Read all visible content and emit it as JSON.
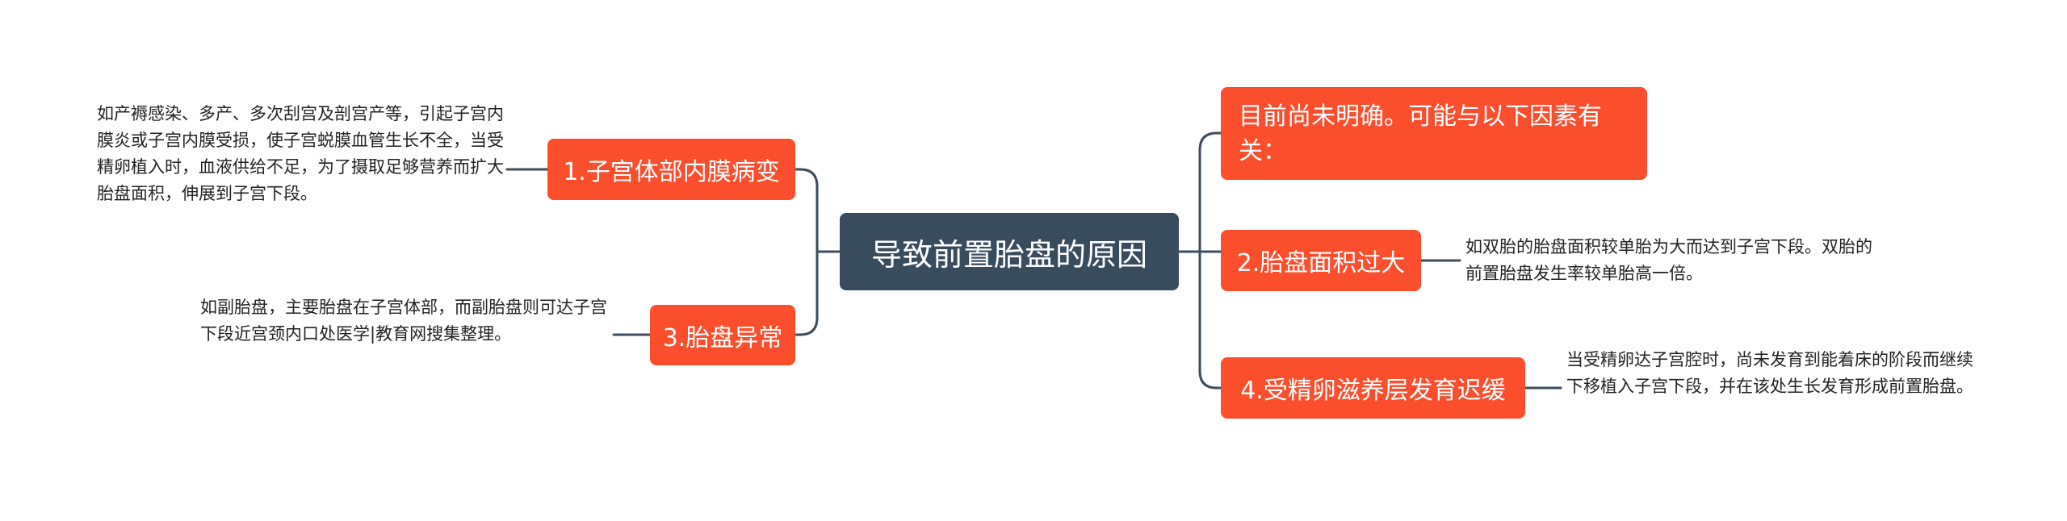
{
  "central": "导致前置胎盘的原因",
  "colors": {
    "central_bg": "#384c5e",
    "topic_bg": "#fa4e2c",
    "line": "#3d4d5c",
    "note_text": "#222222"
  },
  "left": [
    {
      "title": "1.子宫体部内膜病变",
      "note": "如产褥感染、多产、多次刮宫及剖宫产等，引起子宫内膜炎或子宫内膜受损，使子宫蜕膜血管生长不全，当受精卵植入时，血液供给不足，为了摄取足够营养而扩大胎盘面积，伸展到子宫下段。"
    },
    {
      "title": "3.胎盘异常",
      "note": "如副胎盘，主要胎盘在子宫体部，而副胎盘则可达子宫下段近宫颈内口处医学|教育网搜集整理。"
    }
  ],
  "right": [
    {
      "title": "目前尚未明确。可能与以下因素有关："
    },
    {
      "title": "2.胎盘面积过大",
      "note": "如双胎的胎盘面积较单胎为大而达到子宫下段。双胎的前置胎盘发生率较单胎高一倍。"
    },
    {
      "title": "4.受精卵滋养层发育迟缓",
      "note": "当受精卵达子宫腔时，尚未发育到能着床的阶段而继续下移植入子宫下段，并在该处生长发育形成前置胎盘。"
    }
  ]
}
